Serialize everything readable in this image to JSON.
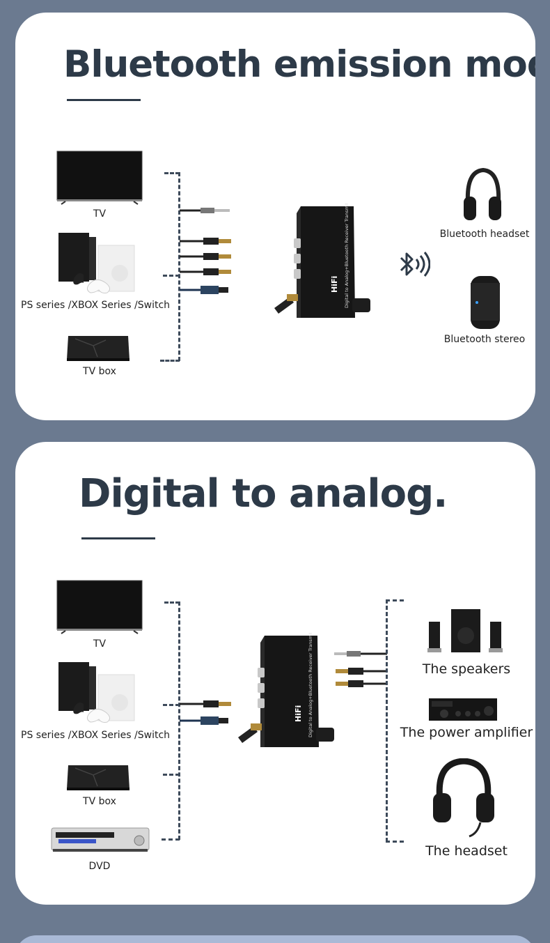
{
  "section1": {
    "title": "Bluetooth emission mode.",
    "sources": {
      "tv": "TV",
      "consoles": "PS series /XBOX Series /Switch",
      "tvbox": "TV box"
    },
    "device_label": "HiFi",
    "device_subtitle": "Digital to Analog+Bluetooth Receiver Transmitter",
    "outputs": {
      "headset": "Bluetooth headset",
      "stereo": "Bluetooth stereo"
    }
  },
  "section2": {
    "title": "Digital to analog.",
    "sources": {
      "tv": "TV",
      "consoles": "PS series /XBOX Series /Switch",
      "tvbox": "TV box",
      "dvd": "DVD"
    },
    "device_label": "HiFi",
    "device_subtitle": "Digital to Analog+Bluetooth Receiver Transmitter",
    "outputs": {
      "speakers": "The speakers",
      "amplifier": "The power amplifier",
      "headset": "The headset"
    }
  },
  "colors": {
    "background": "#6b7a90",
    "card": "#ffffff",
    "title": "#2d3a48",
    "bottom_card": "#a9b9d6"
  }
}
